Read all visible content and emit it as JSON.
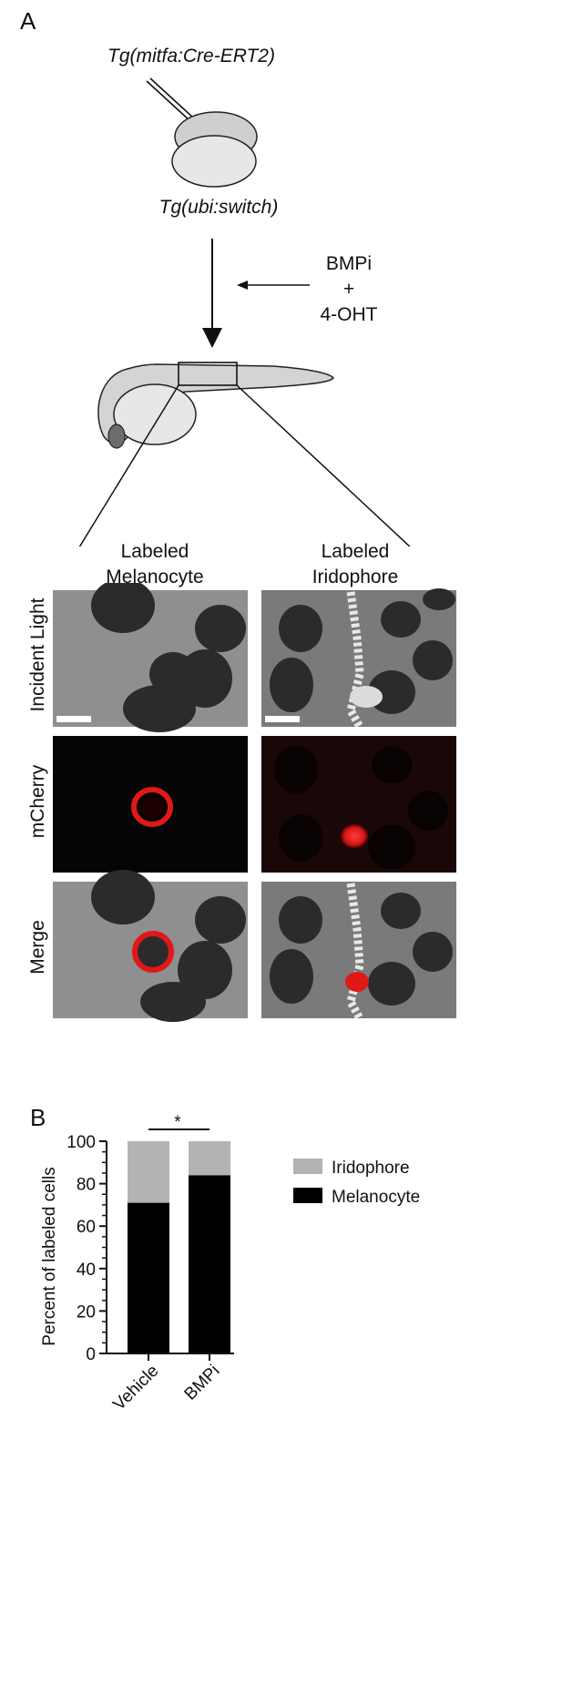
{
  "panel_a": {
    "letter": "A",
    "transgene_top": "Tg(mitfa:Cre-ERT2)",
    "transgene_bottom": "Tg(ubi:switch)",
    "treatment": {
      "line1": "BMPi",
      "line2": "+",
      "line3": "4-OHT"
    },
    "columns": [
      {
        "line1": "Labeled",
        "line2": "Melanocyte"
      },
      {
        "line1": "Labeled",
        "line2": "Iridophore"
      }
    ],
    "rows": [
      "Incident Light",
      "mCherry",
      "Merge"
    ]
  },
  "panel_b": {
    "letter": "B",
    "significance": "*"
  },
  "chart_data": {
    "type": "bar",
    "stacked": true,
    "categories": [
      "Vehicle",
      "BMPi"
    ],
    "series": [
      {
        "name": "Melanocyte",
        "values": [
          71,
          84
        ],
        "color": "#000000"
      },
      {
        "name": "Iridophore",
        "values": [
          29,
          16
        ],
        "color": "#b3b3b6"
      }
    ],
    "ylabel": "Percent of labeled cells",
    "xlabel": "",
    "ylim": [
      0,
      100
    ],
    "yticks": [
      0,
      20,
      40,
      60,
      80,
      100
    ],
    "legend_position": "right",
    "legend_order": [
      "Iridophore",
      "Melanocyte"
    ]
  }
}
